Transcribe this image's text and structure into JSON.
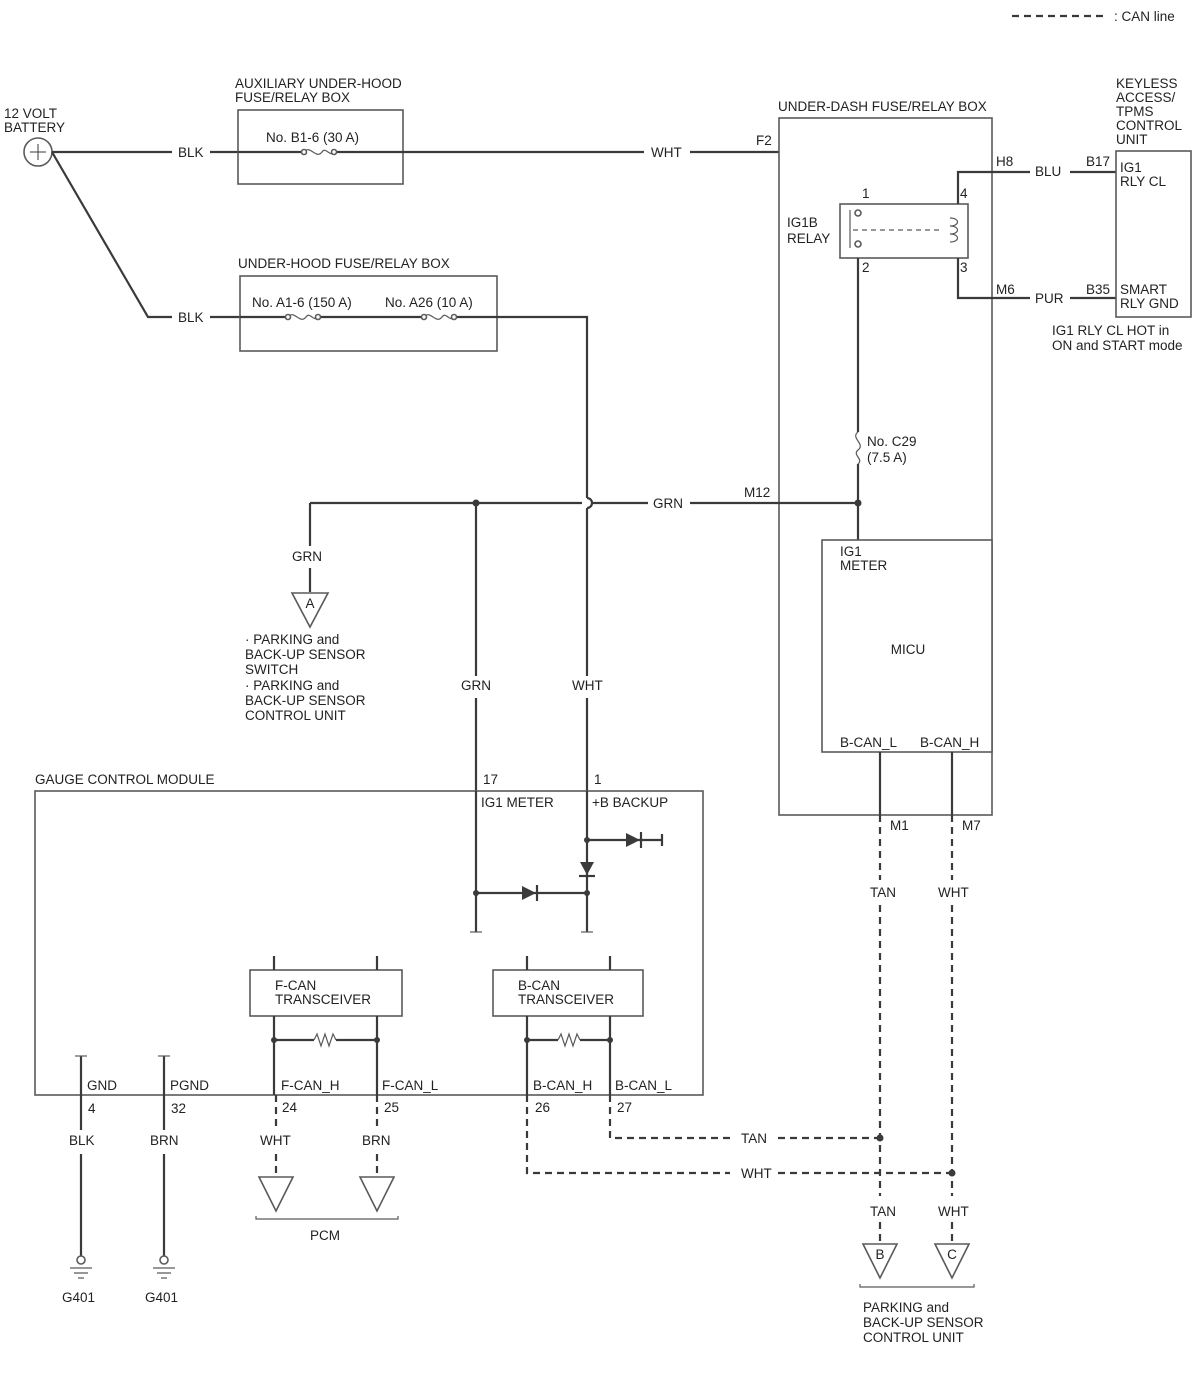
{
  "legend": {
    "can_line": ": CAN line"
  },
  "battery": {
    "line1": "12 VOLT",
    "line2": "BATTERY"
  },
  "aux_box": {
    "title_line1": "AUXILIARY UNDER-HOOD",
    "title_line2": "FUSE/RELAY BOX",
    "fuse": "No. B1-6 (30 A)"
  },
  "uh_box": {
    "title": "UNDER-HOOD FUSE/RELAY BOX",
    "fuse1": "No. A1-6 (150 A)",
    "fuse2": "No. A26 (10 A)"
  },
  "ud_box": {
    "title": "UNDER-DASH FUSE/RELAY BOX",
    "relay_line1": "IG1B",
    "relay_line2": "RELAY",
    "fuse_line1": "No. C29",
    "fuse_line2": "(7.5 A)",
    "micu_ig1_line1": "IG1",
    "micu_ig1_line2": "METER",
    "micu": "MICU",
    "bcan_l": "B-CAN_L",
    "bcan_h": "B-CAN_H"
  },
  "keyless": {
    "title_line1": "KEYLESS",
    "title_line2": "ACCESS/",
    "title_line3": "TPMS",
    "title_line4": "CONTROL",
    "title_line5": "UNIT",
    "ig1_line1": "IG1",
    "ig1_line2": "RLY CL",
    "smart_line1": "SMART",
    "smart_line2": "RLY GND",
    "note_line1": "IG1 RLY CL HOT in",
    "note_line2": "ON and START mode"
  },
  "pins": {
    "f2": "F2",
    "h8": "H8",
    "m6": "M6",
    "b17": "B17",
    "b35": "B35",
    "p1": "1",
    "p2": "2",
    "p3": "3",
    "p4": "4",
    "m12": "M12",
    "m1": "M1",
    "m7": "M7",
    "g17": "17",
    "g1": "1",
    "g4": "4",
    "g32": "32",
    "g24": "24",
    "g25": "25",
    "g26": "26",
    "g27": "27"
  },
  "wires": {
    "blk": "BLK",
    "wht": "WHT",
    "blu": "BLU",
    "pur": "PUR",
    "grn": "GRN",
    "tan": "TAN",
    "brn": "BRN"
  },
  "connector_a": {
    "letter": "A",
    "item1_line1": "· PARKING and",
    "item1_line2": "BACK-UP SENSOR",
    "item1_line3": "SWITCH",
    "item2_line1": "· PARKING and",
    "item2_line2": "BACK-UP SENSOR",
    "item2_line3": "CONTROL UNIT"
  },
  "gcm": {
    "title": "GAUGE CONTROL MODULE",
    "ig1_meter": "IG1 METER",
    "b_backup": "+B BACKUP",
    "fcan_line1": "F-CAN",
    "fcan_line2": "TRANSCEIVER",
    "bcan_line1": "B-CAN",
    "bcan_line2": "TRANSCEIVER",
    "gnd": "GND",
    "pgnd": "PGND",
    "fcan_h": "F-CAN_H",
    "fcan_l": "F-CAN_L",
    "bcan_h": "B-CAN_H",
    "bcan_l": "B-CAN_L"
  },
  "grounds": {
    "g401_a": "G401",
    "g401_b": "G401"
  },
  "pcm": "PCM",
  "connector_b": "B",
  "connector_c": "C",
  "parking_unit": {
    "line1": "PARKING and",
    "line2": "BACK-UP SENSOR",
    "line3": "CONTROL UNIT"
  }
}
